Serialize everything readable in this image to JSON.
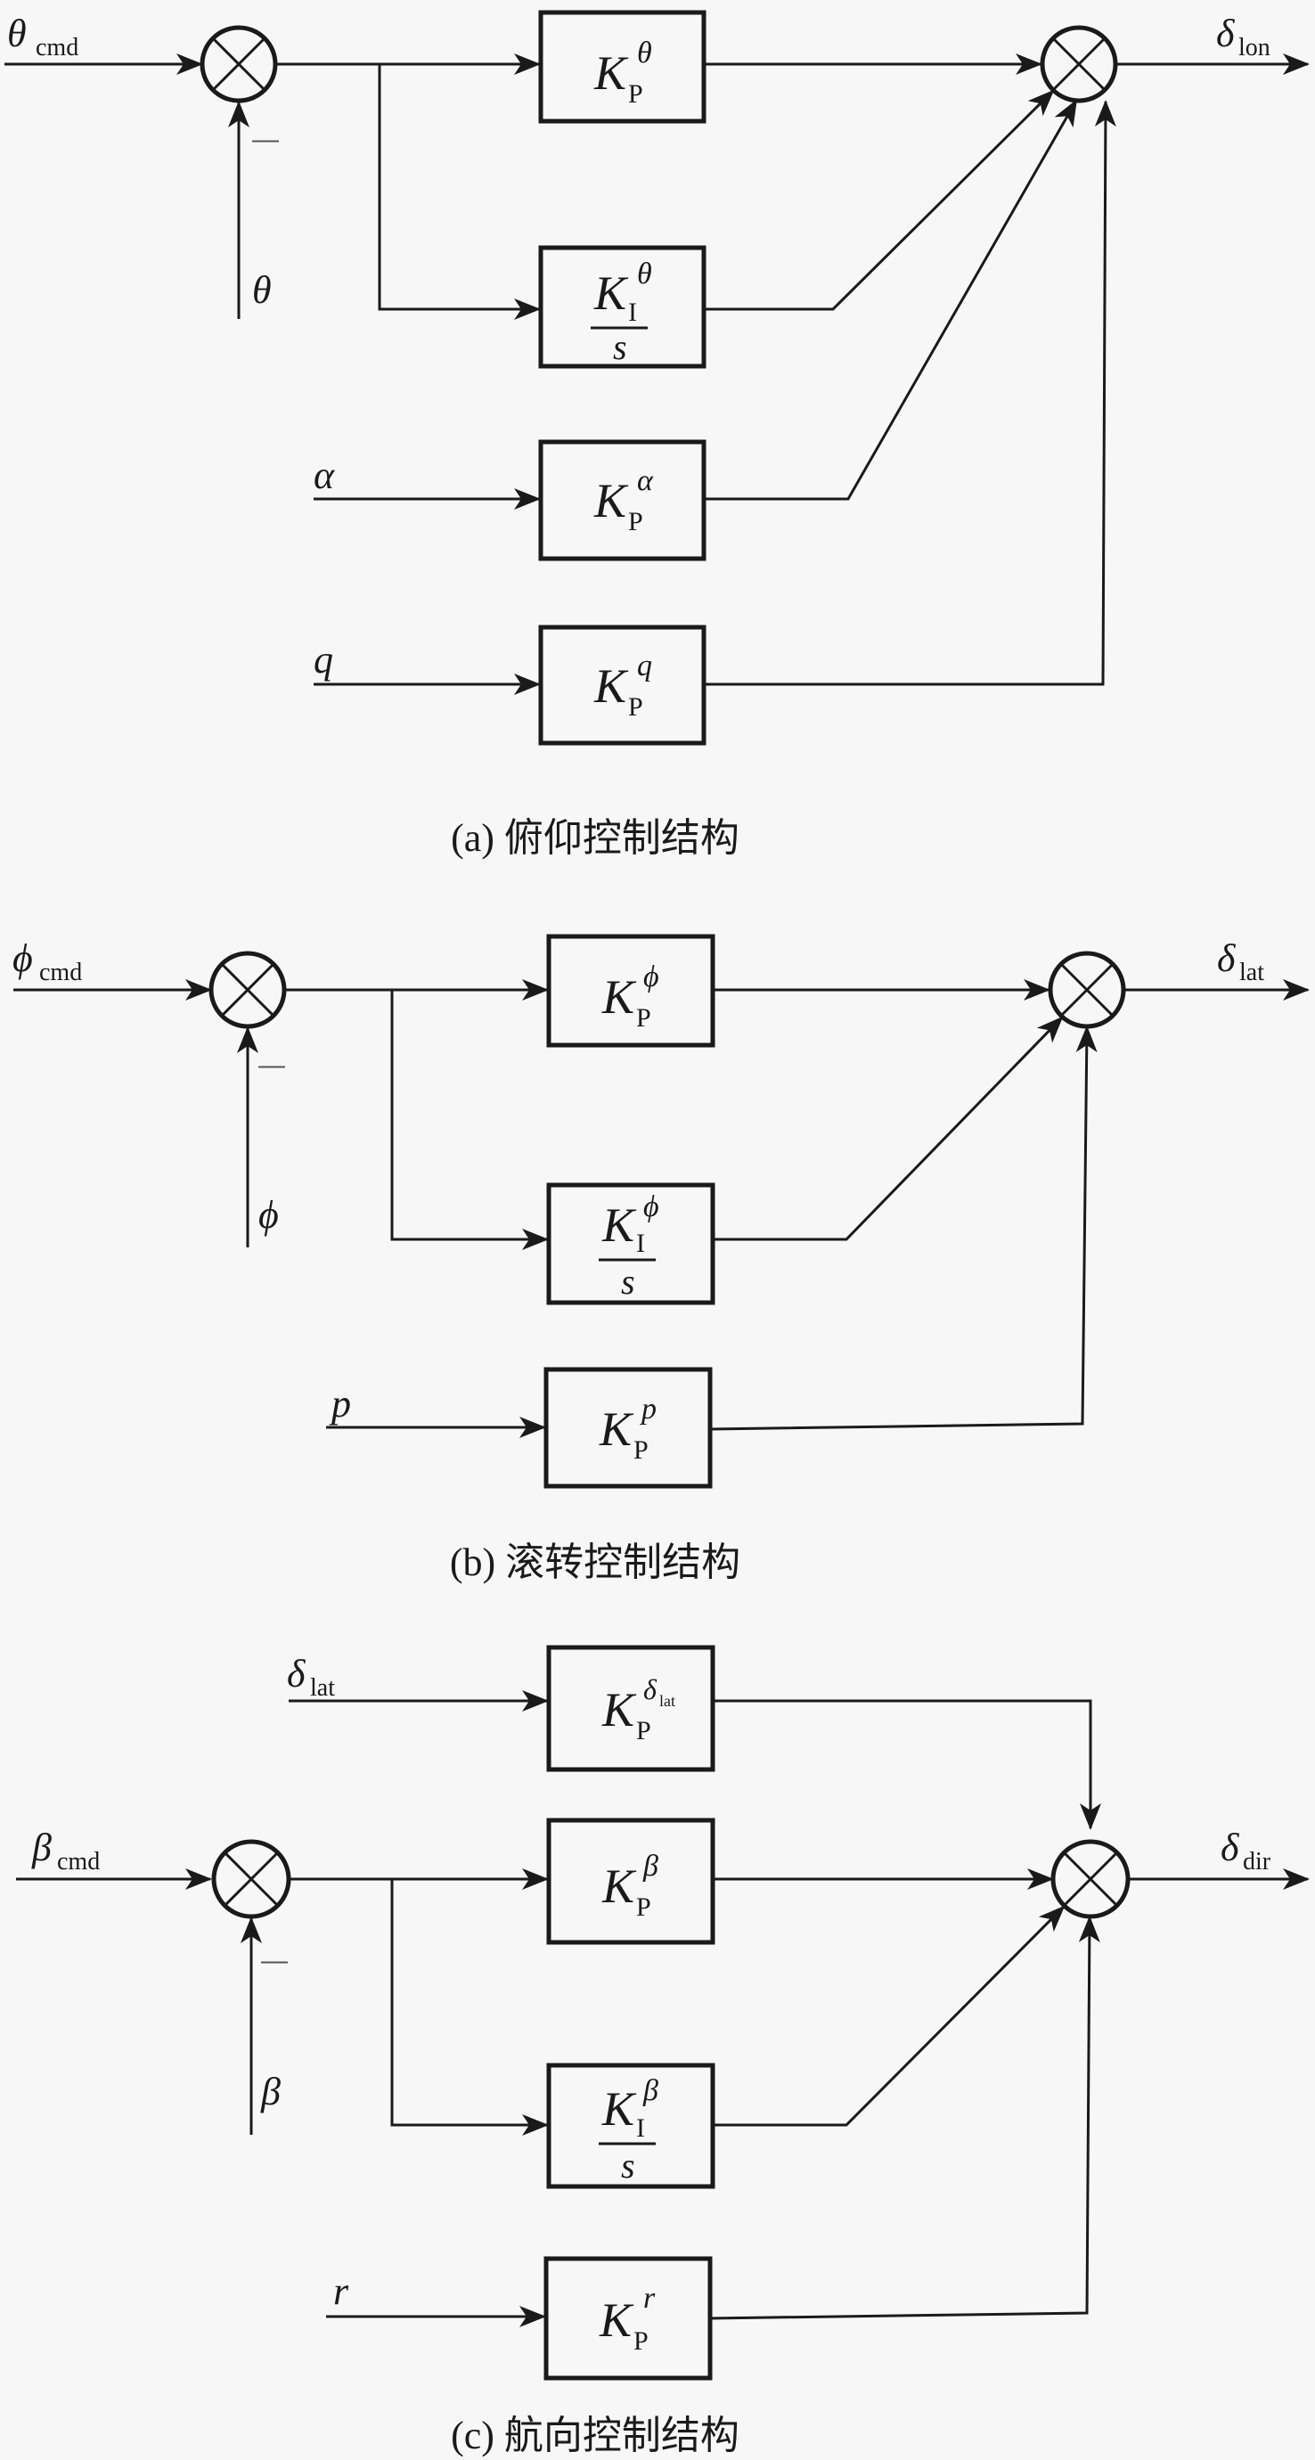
{
  "diagram": {
    "panels": [
      {
        "id": "a",
        "caption": "(a) 俯仰控制结构",
        "command_input": {
          "symbol": "θ",
          "subscript": "cmd"
        },
        "feedback_input": {
          "symbol": "θ",
          "sign": "—"
        },
        "blocks": [
          {
            "id": "kp_theta",
            "gain": "K",
            "sub": "P",
            "sup": "θ",
            "type": "proportional"
          },
          {
            "id": "ki_theta",
            "gain": "K",
            "sub": "I",
            "sup": "θ",
            "denominator": "s",
            "type": "integral"
          },
          {
            "id": "kp_alpha",
            "gain": "K",
            "sub": "P",
            "sup": "α",
            "input": "α",
            "type": "proportional"
          },
          {
            "id": "kp_q",
            "gain": "K",
            "sub": "P",
            "sup": "q",
            "input": "q",
            "type": "proportional"
          }
        ],
        "output": {
          "symbol": "δ",
          "subscript": "lon"
        }
      },
      {
        "id": "b",
        "caption": "(b) 滚转控制结构",
        "command_input": {
          "symbol": "ϕ",
          "subscript": "cmd"
        },
        "feedback_input": {
          "symbol": "ϕ",
          "sign": "—"
        },
        "blocks": [
          {
            "id": "kp_phi",
            "gain": "K",
            "sub": "P",
            "sup": "ϕ",
            "type": "proportional"
          },
          {
            "id": "ki_phi",
            "gain": "K",
            "sub": "I",
            "sup": "ϕ",
            "denominator": "s",
            "type": "integral"
          },
          {
            "id": "kp_p",
            "gain": "K",
            "sub": "P",
            "sup": "p",
            "input": "p",
            "type": "proportional"
          }
        ],
        "output": {
          "symbol": "δ",
          "subscript": "lat"
        }
      },
      {
        "id": "c",
        "caption": "(c) 航向控制结构",
        "command_input": {
          "symbol": "β",
          "subscript": "cmd"
        },
        "feedback_input": {
          "symbol": "β",
          "sign": "—"
        },
        "blocks": [
          {
            "id": "kp_dlat",
            "gain": "K",
            "sub": "P",
            "sup": "δ",
            "sup_sub": "lat",
            "input": "δ",
            "input_sub": "lat",
            "type": "proportional"
          },
          {
            "id": "kp_beta",
            "gain": "K",
            "sub": "P",
            "sup": "β",
            "type": "proportional"
          },
          {
            "id": "ki_beta",
            "gain": "K",
            "sub": "I",
            "sup": "β",
            "denominator": "s",
            "type": "integral"
          },
          {
            "id": "kp_r",
            "gain": "K",
            "sub": "P",
            "sup": "r",
            "input": "r",
            "type": "proportional"
          }
        ],
        "output": {
          "symbol": "δ",
          "subscript": "dir"
        }
      }
    ]
  }
}
